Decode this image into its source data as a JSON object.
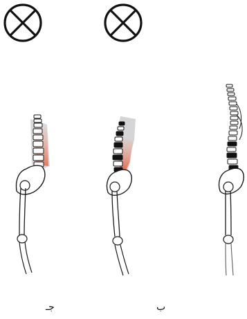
{
  "figure": {
    "panels": [
      {
        "caption": "جـ",
        "marker": "cross-circle",
        "muscle_highlight": true,
        "highlight_color": "#e2684a"
      },
      {
        "caption": "ب",
        "marker": "cross-circle",
        "muscle_highlight": true,
        "highlight_color": "#e0452a"
      },
      {
        "caption": "",
        "marker": "none",
        "muscle_highlight": false
      }
    ],
    "colors": {
      "bone_outline": "#1a1a1a",
      "vertebra_dark": "#111111",
      "muscle_gray": "#b9b9bd"
    }
  }
}
